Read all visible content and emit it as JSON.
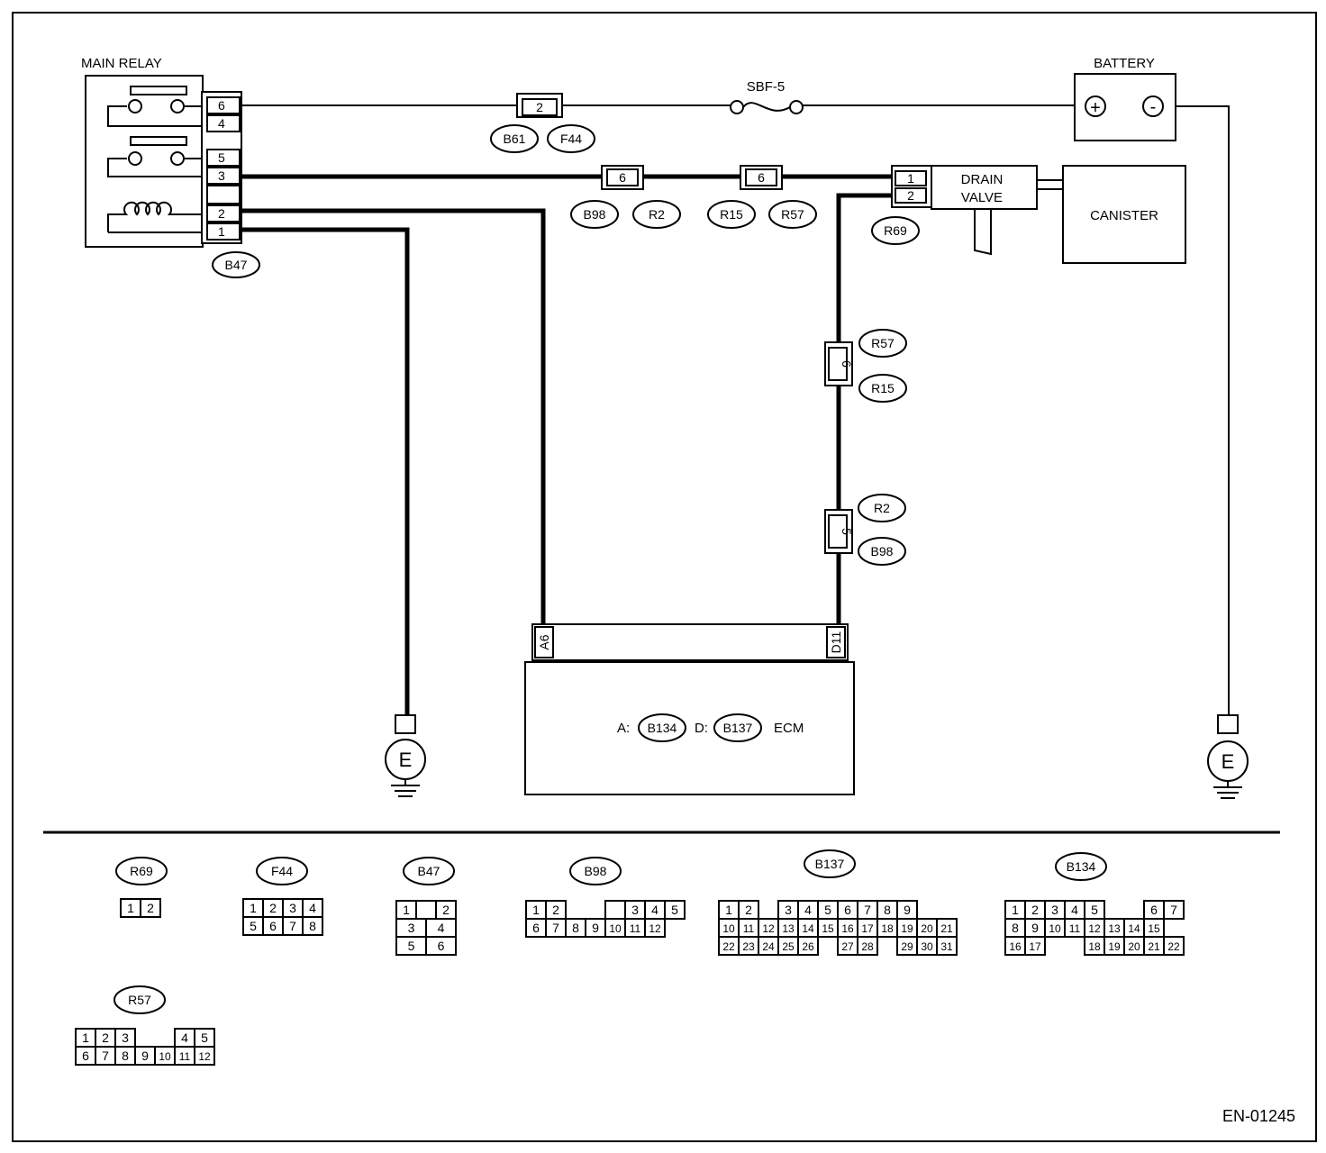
{
  "components": {
    "main_relay": "MAIN RELAY",
    "battery": "BATTERY",
    "fuse": "SBF-5",
    "drain_valve_line1": "DRAIN",
    "drain_valve_line2": "VALVE",
    "canister": "CANISTER",
    "ecm": "ECM",
    "ecm_a_prefix": "A:",
    "ecm_d_prefix": "D:",
    "ground": "E",
    "battery_plus": "+",
    "battery_minus": "-"
  },
  "relay_pins": [
    "6",
    "4",
    "5",
    "3",
    "2",
    "1"
  ],
  "inline_connectors": {
    "c1_pin": "2",
    "c2_pin": "6",
    "c3_pin": "6",
    "c4_pin": "6",
    "c5_pin": "5",
    "drain_pin1": "1",
    "drain_pin2": "2",
    "ecm_pin_a": "A6",
    "ecm_pin_d": "D11"
  },
  "connector_refs": {
    "b61": "B61",
    "f44": "F44",
    "b98": "B98",
    "r2": "R2",
    "r15": "R15",
    "r57": "R57",
    "r69": "R69",
    "b47": "B47",
    "v_r57": "R57",
    "v_r15": "R15",
    "v_r2": "R2",
    "v_b98": "B98",
    "ecm_a": "B134",
    "ecm_d": "B137"
  },
  "legend": {
    "r69": {
      "label": "R69",
      "rows": [
        [
          "1",
          "2"
        ]
      ]
    },
    "f44": {
      "label": "F44",
      "rows": [
        [
          "1",
          "2",
          "3",
          "4"
        ],
        [
          "5",
          "6",
          "7",
          "8"
        ]
      ]
    },
    "b47": {
      "label": "B47",
      "rows": [
        [
          "1",
          "",
          "2"
        ],
        [
          "3",
          "4"
        ],
        [
          "5",
          "6"
        ]
      ]
    },
    "b98": {
      "label": "B98",
      "rows": [
        [
          "1",
          "2",
          "",
          "3",
          "4",
          "5"
        ],
        [
          "6",
          "7",
          "8",
          "9",
          "10",
          "11",
          "12"
        ]
      ]
    },
    "b137": {
      "label": "B137",
      "rows": [
        [
          "1",
          "2",
          "3",
          "4",
          "5",
          "6",
          "7",
          "8",
          "9"
        ],
        [
          "10",
          "11",
          "12",
          "13",
          "14",
          "15",
          "16",
          "17",
          "18",
          "19",
          "20",
          "21"
        ],
        [
          "22",
          "23",
          "24",
          "25",
          "26",
          "27",
          "28",
          "29",
          "30",
          "31"
        ]
      ]
    },
    "b134": {
      "label": "B134",
      "rows": [
        [
          "1",
          "2",
          "3",
          "4",
          "5",
          "6",
          "7"
        ],
        [
          "8",
          "9",
          "10",
          "11",
          "12",
          "13",
          "14",
          "15"
        ],
        [
          "16",
          "17",
          "18",
          "19",
          "20",
          "21",
          "22"
        ]
      ]
    },
    "r57": {
      "label": "R57",
      "rows": [
        [
          "1",
          "2",
          "3",
          "4",
          "5"
        ],
        [
          "6",
          "7",
          "8",
          "9",
          "10",
          "11",
          "12"
        ]
      ]
    }
  },
  "diagram_code": "EN-01245"
}
